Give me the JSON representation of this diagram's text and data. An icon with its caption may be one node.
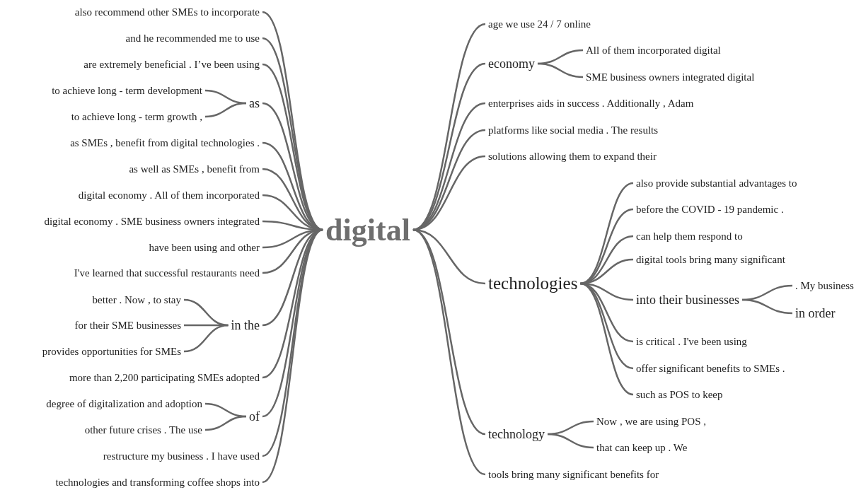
{
  "diagram": {
    "nodes": [
      {
        "text": [
          "digital"
        ]
      },
      {
        "text": [
          "also recommend other SMEs to incorporate"
        ]
      },
      {
        "text": [
          "and he recommended me to use"
        ]
      },
      {
        "text": [
          "are extremely beneficial . I’ve been using"
        ]
      },
      {
        "text": [
          "as"
        ]
      },
      {
        "text": [
          "to achieve long - term development"
        ]
      },
      {
        "text": [
          "to achieve long - term growth ,"
        ]
      },
      {
        "text": [
          "as SMEs , benefit from digital technologies ."
        ]
      },
      {
        "text": [
          "as well as SMEs , benefit from"
        ]
      },
      {
        "text": [
          "digital economy . All of them incorporated"
        ]
      },
      {
        "text": [
          "digital economy . SME business owners integrated"
        ]
      },
      {
        "text": [
          "have been using and other"
        ]
      },
      {
        "text": [
          "I've learned that successful restaurants need"
        ]
      },
      {
        "text": [
          "in the"
        ]
      },
      {
        "text": [
          "better . Now , to stay"
        ]
      },
      {
        "text": [
          "for their SME businesses"
        ]
      },
      {
        "text": [
          "provides opportunities for SMEs"
        ]
      },
      {
        "text": [
          "more than 2,200 participating SMEs adopted"
        ]
      },
      {
        "text": [
          "of"
        ]
      },
      {
        "text": [
          "degree of digitalization and adoption"
        ]
      },
      {
        "text": [
          "other future crises . The use"
        ]
      },
      {
        "text": [
          "restructure my business . I have used"
        ]
      },
      {
        "text": [
          "technologies and transforming coffee shops into"
        ]
      },
      {
        "text": [
          "age we use 24 / 7 online"
        ]
      },
      {
        "text": [
          "economy"
        ]
      },
      {
        "text": [
          "All of them incorporated digital"
        ]
      },
      {
        "text": [
          "SME business owners integrated digital"
        ]
      },
      {
        "text": [
          "enterprises aids in success . Additionally , Adam"
        ]
      },
      {
        "text": [
          "platforms like social media . The results"
        ]
      },
      {
        "text": [
          "solutions allowing them to expand their"
        ]
      },
      {
        "text": [
          "technologies"
        ]
      },
      {
        "text": [
          "also provide substantial advantages to"
        ]
      },
      {
        "text": [
          "before the COVID - 19 pandemic ."
        ]
      },
      {
        "text": [
          "can help them respond to"
        ]
      },
      {
        "text": [
          "digital tools bring many significant"
        ]
      },
      {
        "text": [
          "into their businesses"
        ]
      },
      {
        "text": [
          ". My business"
        ]
      },
      {
        "text": [
          "in order"
        ]
      },
      {
        "text": [
          "is critical . I've been using"
        ]
      },
      {
        "text": [
          "offer significant benefits to SMEs ."
        ]
      },
      {
        "text": [
          "such as POS to keep"
        ]
      },
      {
        "text": [
          "technology"
        ]
      },
      {
        "text": [
          "Now , we are using POS ,"
        ]
      },
      {
        "text": [
          "that can keep up . We"
        ]
      },
      {
        "text": [
          "tools bring many significant benefits for"
        ]
      }
    ],
    "edges": [
      {
        "from": 1,
        "to": 0,
        "arrow": "none"
      },
      {
        "from": 2,
        "to": 0,
        "arrow": "none"
      },
      {
        "from": 3,
        "to": 0,
        "arrow": "none"
      },
      {
        "from": 4,
        "to": 0,
        "arrow": "none"
      },
      {
        "from": 5,
        "to": 4,
        "arrow": "none"
      },
      {
        "from": 6,
        "to": 4,
        "arrow": "none"
      },
      {
        "from": 7,
        "to": 0,
        "arrow": "none"
      },
      {
        "from": 8,
        "to": 0,
        "arrow": "none"
      },
      {
        "from": 9,
        "to": 0,
        "arrow": "none"
      },
      {
        "from": 10,
        "to": 0,
        "arrow": "none"
      },
      {
        "from": 11,
        "to": 0,
        "arrow": "none"
      },
      {
        "from": 12,
        "to": 0,
        "arrow": "none"
      },
      {
        "from": 13,
        "to": 0,
        "arrow": "none"
      },
      {
        "from": 14,
        "to": 13,
        "arrow": "none"
      },
      {
        "from": 15,
        "to": 13,
        "arrow": "none"
      },
      {
        "from": 16,
        "to": 13,
        "arrow": "none"
      },
      {
        "from": 17,
        "to": 0,
        "arrow": "none"
      },
      {
        "from": 18,
        "to": 0,
        "arrow": "none"
      },
      {
        "from": 19,
        "to": 18,
        "arrow": "none"
      },
      {
        "from": 20,
        "to": 18,
        "arrow": "none"
      },
      {
        "from": 21,
        "to": 0,
        "arrow": "none"
      },
      {
        "from": 22,
        "to": 0,
        "arrow": "none"
      },
      {
        "from": 0,
        "to": 23,
        "arrow": "none"
      },
      {
        "from": 0,
        "to": 24,
        "arrow": "none"
      },
      {
        "from": 24,
        "to": 25,
        "arrow": "none"
      },
      {
        "from": 24,
        "to": 26,
        "arrow": "none"
      },
      {
        "from": 0,
        "to": 27,
        "arrow": "none"
      },
      {
        "from": 0,
        "to": 28,
        "arrow": "none"
      },
      {
        "from": 0,
        "to": 29,
        "arrow": "none"
      },
      {
        "from": 0,
        "to": 30,
        "arrow": "none"
      },
      {
        "from": 30,
        "to": 31,
        "arrow": "none"
      },
      {
        "from": 30,
        "to": 32,
        "arrow": "none"
      },
      {
        "from": 30,
        "to": 33,
        "arrow": "none"
      },
      {
        "from": 30,
        "to": 34,
        "arrow": "none"
      },
      {
        "from": 30,
        "to": 35,
        "arrow": "none"
      },
      {
        "from": 35,
        "to": 36,
        "arrow": "none"
      },
      {
        "from": 35,
        "to": 37,
        "arrow": "none"
      },
      {
        "from": 30,
        "to": 38,
        "arrow": "none"
      },
      {
        "from": 30,
        "to": 39,
        "arrow": "none"
      },
      {
        "from": 30,
        "to": 40,
        "arrow": "none"
      },
      {
        "from": 0,
        "to": 41,
        "arrow": "none"
      },
      {
        "from": 41,
        "to": 42,
        "arrow": "none"
      },
      {
        "from": 41,
        "to": 43,
        "arrow": "none"
      },
      {
        "from": 0,
        "to": 44,
        "arrow": "none"
      }
    ]
  }
}
